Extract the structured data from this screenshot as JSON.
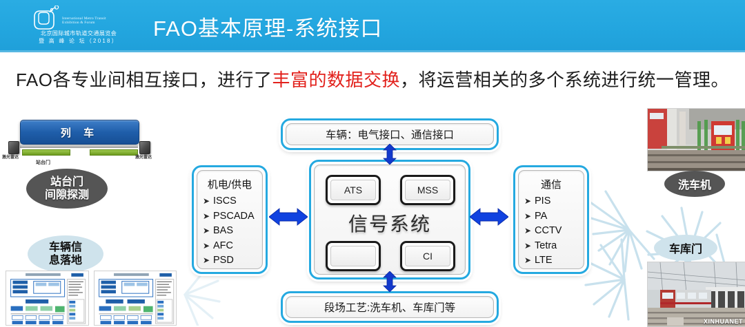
{
  "header": {
    "title": "FAO基本原理-系统接口",
    "bg_color": "#23a6df",
    "logo": {
      "english_line1": "International Metro Transit",
      "english_line2": "Exhibition & Forum",
      "chinese_line1": "北京国际城市轨道交通展览会",
      "chinese_line2": "暨 高 峰 论 坛（2018）"
    }
  },
  "subtitle": {
    "part1": "FAO各专业间相互接口，进行了",
    "highlight": "丰富的数据交换",
    "part2": "，将运营相关的多个系统进行统一管理。",
    "highlight_color": "#e2211c"
  },
  "diagram": {
    "top_bar": "车辆：电气接口、通信接口",
    "bottom_bar": "段场工艺:洗车机、车库门等",
    "left_box": {
      "title": "机电/供电",
      "items": [
        "ISCS",
        "PSCADA",
        "BAS",
        "AFC",
        "PSD"
      ]
    },
    "right_box": {
      "title": "通信",
      "items": [
        "PIS",
        "PA",
        "CCTV",
        "Tetra",
        "LTE"
      ]
    },
    "center_box": {
      "title": "信号系统",
      "chips": [
        {
          "label": "ATS"
        },
        {
          "label": "MSS"
        },
        {
          "label": ""
        },
        {
          "label": "CI"
        }
      ]
    },
    "bullet_glyph": "➤",
    "arrow_color": "#1339cc",
    "box_border_color": "#25a9e0"
  },
  "left_panel": {
    "train_label": "列 车",
    "lidar_left_label": "激光雷达",
    "lidar_right_label": "激光雷达",
    "psd_small_label": "站台门",
    "psd_callout_line1": "站台门",
    "psd_callout_line2": "间隙探测",
    "vehicle_callout_line1": "车辆信",
    "vehicle_callout_line2": "息落地"
  },
  "right_panel": {
    "wash_label": "洗车机",
    "gate_label": "车库门",
    "watermark": "XINHUANET"
  }
}
